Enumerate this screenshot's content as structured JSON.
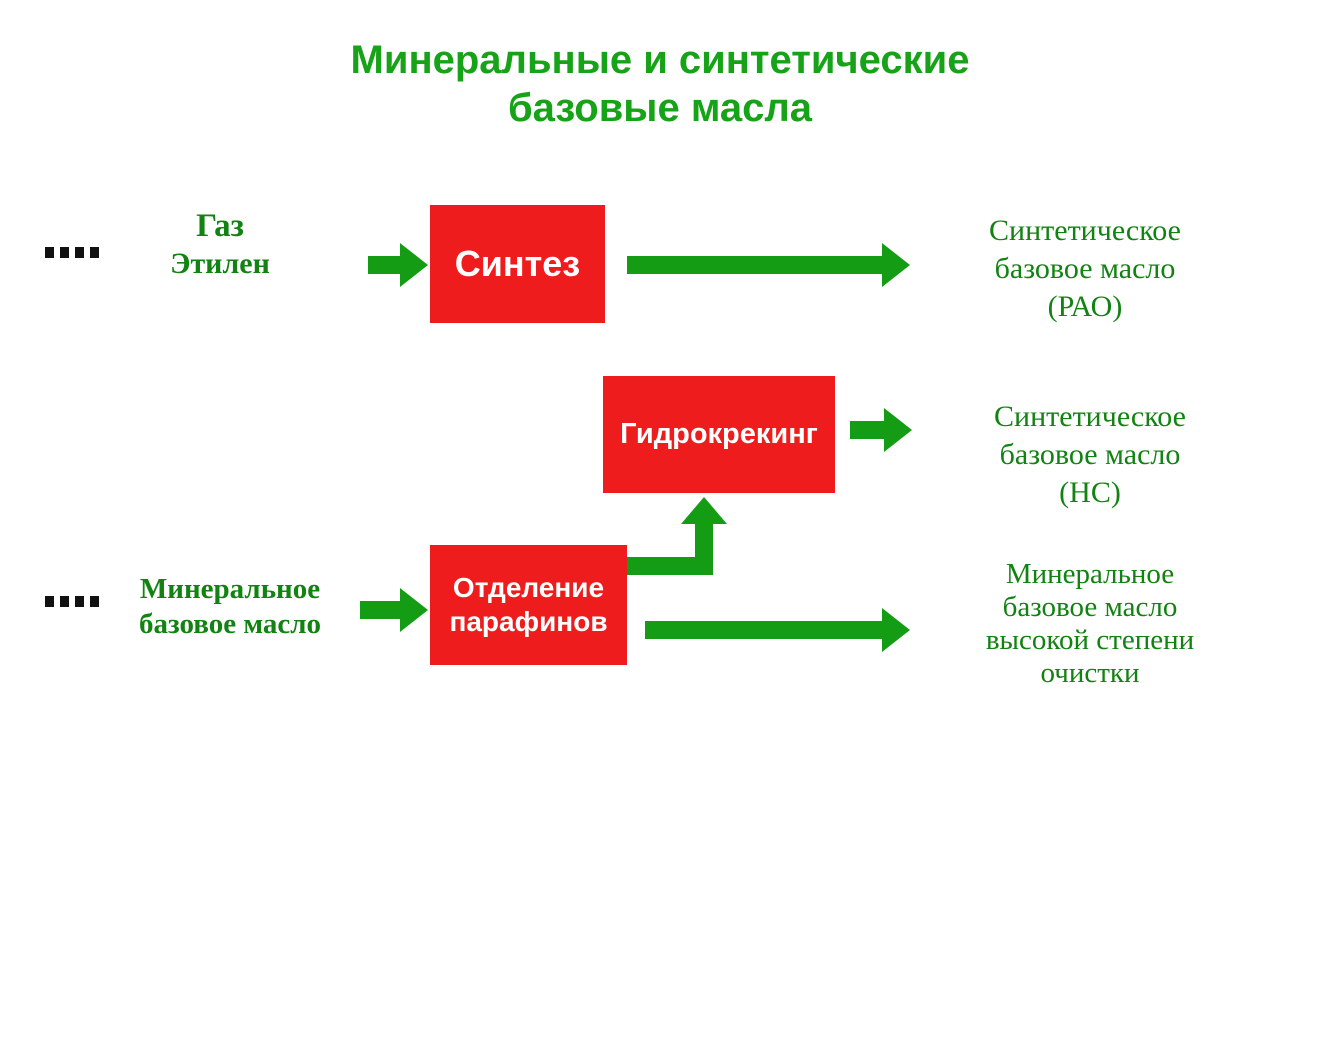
{
  "title": {
    "lines": [
      "Минеральные и синтетические",
      "базовые масла"
    ]
  },
  "colors": {
    "green_title": "#17a317",
    "green_text": "#128212",
    "green_arrow": "#149c14",
    "box_red": "#ee1c1c",
    "box_text": "#ffffff",
    "dots_black": "#111111"
  },
  "flow_synthesis": {
    "input_lines": [
      "Газ",
      "Этилен"
    ],
    "box_label": "Синтез",
    "output_lines": [
      "Синтетическое",
      "базовое масло",
      "(РАО)"
    ]
  },
  "flow_hydrocracking": {
    "box_label": "Гидрокрекинг",
    "output_lines": [
      "Синтетическое",
      "базовое масло",
      "(НС)"
    ]
  },
  "flow_dewaxing": {
    "input_lines": [
      "Минеральное",
      "базовое масло"
    ],
    "box_lines": [
      "Отделение",
      "парафинов"
    ],
    "output_lines": [
      "Минеральное",
      "базовое масло",
      "высокой степени",
      "очистки"
    ]
  }
}
